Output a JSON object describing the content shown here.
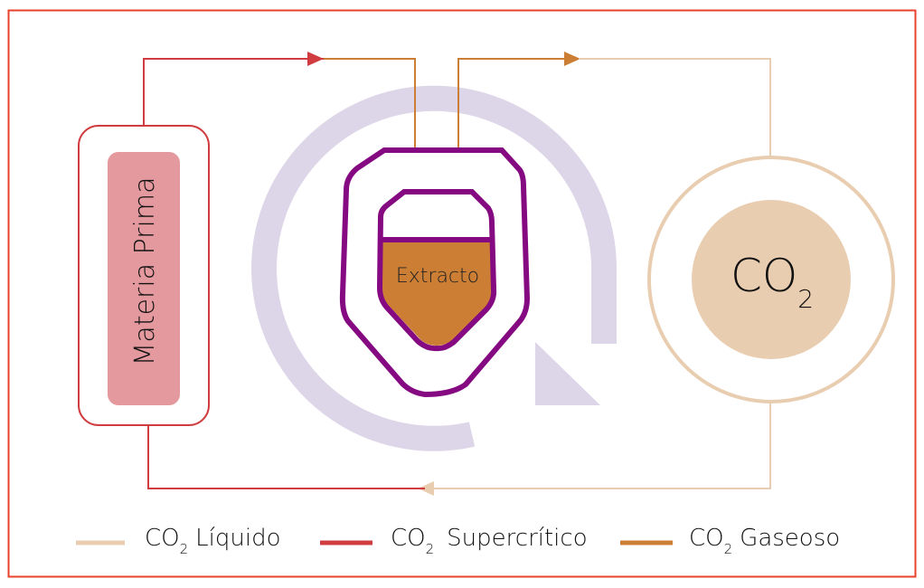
{
  "diagram": {
    "raw_material_label": "Materia Prima",
    "extract_label": "Extracto",
    "co2_main": "CO",
    "co2_sub": "2"
  },
  "legend": [
    {
      "main": "CO",
      "sub": "2",
      "label": "Líquido",
      "color": "#e9cdb0"
    },
    {
      "main": "CO",
      "sub": "2",
      "label": "Supercrítico",
      "color": "#d03c3f"
    },
    {
      "main": "CO",
      "sub": "2",
      "label": "Gaseoso",
      "color": "#cc7f34"
    }
  ],
  "colors": {
    "border": "#e8412c",
    "red": "#d03c3f",
    "orange": "#cc7f34",
    "beige": "#e9cdb0",
    "purple": "#850a82",
    "swirl": "#ddd5e8",
    "pink": "#e3999e"
  }
}
